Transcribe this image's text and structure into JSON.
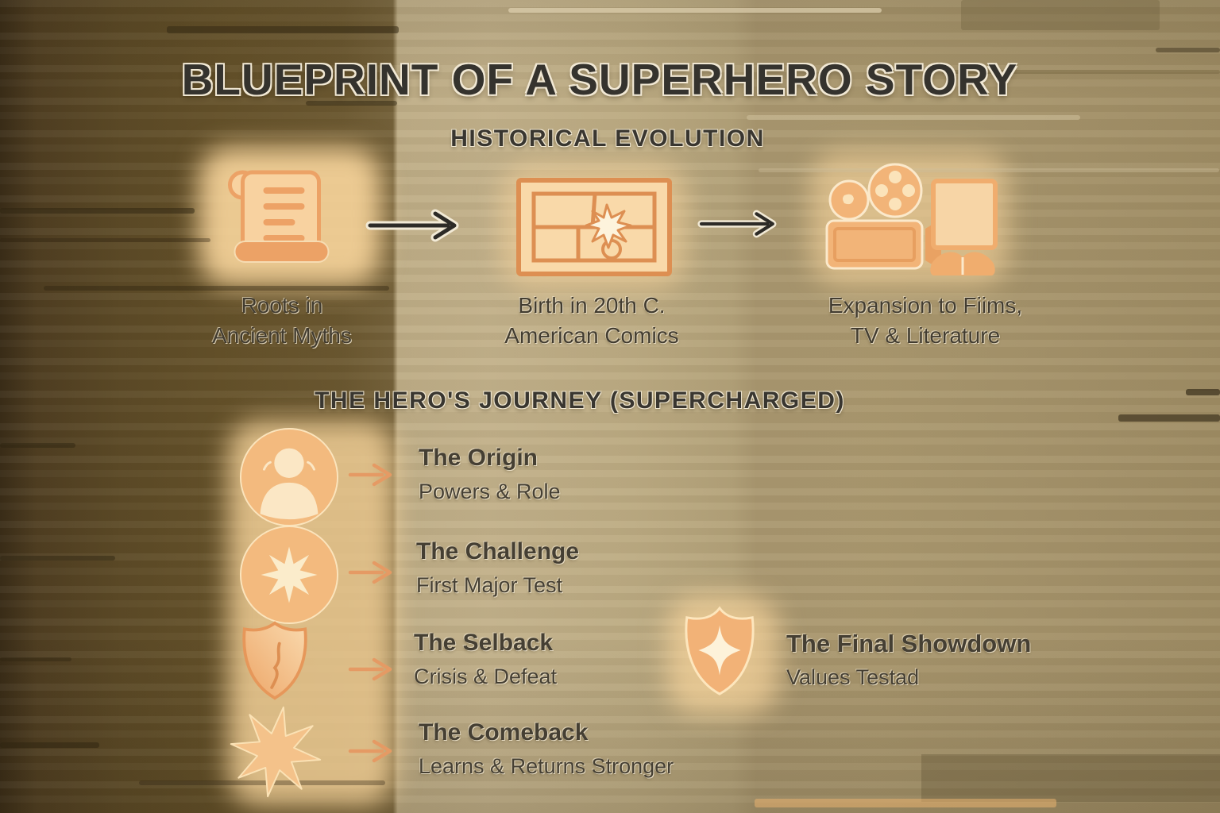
{
  "title": "BLUEPRINT OF A SUPERHERO STORY",
  "sections": {
    "evolution": {
      "heading": "HISTORICAL EVOLUTION",
      "steps": [
        {
          "icon": "scroll-icon",
          "line1": "Roots in",
          "line2": "Ancient Myths"
        },
        {
          "icon": "comic-panel-icon",
          "line1": "Birth in 20th C.",
          "line2": "American Comics"
        },
        {
          "icon": "film-tv-book-icon",
          "line1": "Expansion to Fiims,",
          "line2": "TV & Literature"
        }
      ]
    },
    "journey": {
      "heading": "THE HERO'S JOURNEY (SUPERCHARGED)",
      "steps": [
        {
          "icon": "person-circle-icon",
          "title": "The Origin",
          "subtitle": "Powers & Role"
        },
        {
          "icon": "starburst-circle-icon",
          "title": "The Challenge",
          "subtitle": "First Major Test"
        },
        {
          "icon": "cracked-shield-icon",
          "title": "The Selback",
          "subtitle": "Crisis & Defeat"
        },
        {
          "icon": "eight-point-star-icon",
          "title": "The Comeback",
          "subtitle": "Learns & Returns Stronger"
        }
      ],
      "finale": {
        "icon": "shield-sparkle-icon",
        "title": "The Final Showdown",
        "subtitle": "Values Testad"
      }
    }
  },
  "colors": {
    "background_left": "#5b4926",
    "background_mid": "#bead87",
    "background_right": "#a5936b",
    "icon_fill": "#f3ba7e",
    "icon_light": "#fbe7c4",
    "icon_stroke": "#e8995c",
    "glow": "#f9d69c",
    "text_dark": "#3a362e",
    "arrow_dark": "#2d2b27",
    "arrow_orange": "#e59a64"
  }
}
